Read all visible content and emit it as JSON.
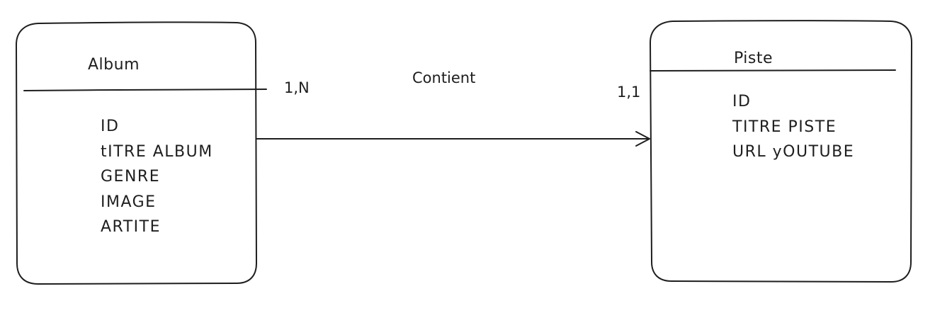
{
  "entities": [
    {
      "title": "Album",
      "attributes": [
        "ID",
        "tITRE ALBUM",
        "GENRE",
        "IMAGE",
        "ARTITE"
      ]
    },
    {
      "title": "Piste",
      "attributes": [
        "ID",
        "TITRE PISTE",
        "URL yOUTUBE"
      ]
    }
  ],
  "relationship": {
    "name": "Contient",
    "cardinality_source": "1,N",
    "cardinality_target": "1,1"
  },
  "colors": {
    "stroke": "#1e1e1e",
    "background": "#ffffff"
  }
}
